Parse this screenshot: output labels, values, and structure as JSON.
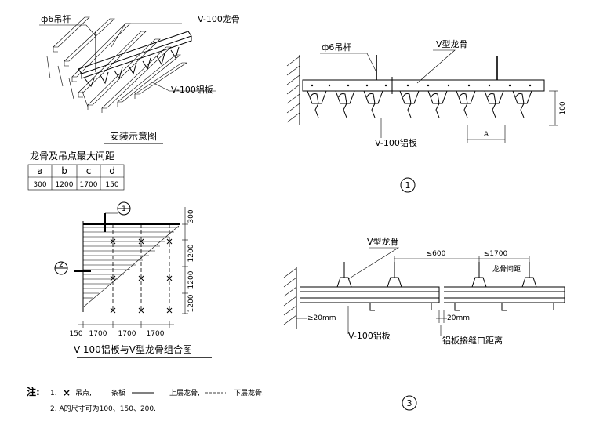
{
  "iso": {
    "rod_label": "ф6吊杆",
    "keel_label": "V-100龙骨",
    "plate_label": "V-100铝板",
    "caption": "安装示意图"
  },
  "spacing_table": {
    "title": "龙骨及吊点最大间距",
    "headers": [
      "a",
      "b",
      "c",
      "d"
    ],
    "values": [
      "300",
      "1200",
      "1700",
      "150"
    ]
  },
  "plan": {
    "circle1": "1",
    "circle2": "2",
    "right_dims": [
      "300",
      "1200",
      "1200",
      "1200"
    ],
    "bottom_dims": [
      "150",
      "1700",
      "1700",
      "1700"
    ],
    "caption": "V-100铝板与V型龙骨组合图"
  },
  "section1": {
    "rod_label": "ф6吊杆",
    "keel_label": "V型龙骨",
    "plate_label": "V-100铝板",
    "dim_a": "A",
    "dim_height": "100",
    "number": "1"
  },
  "section3": {
    "keel_label": "V型龙骨",
    "dim_600": "≤600",
    "dim_1700": "≤1700",
    "keel_spacing": "龙骨间距",
    "dim_20_left": "≥20mm",
    "dim_20_right": "20mm",
    "plate_label": "V-100铝板",
    "joint_label": "铝板接缝口距离",
    "number": "3"
  },
  "notes": {
    "prefix": "注:",
    "line1_num": "1.",
    "line1_mark": "×",
    "line1_a": "吊点,",
    "line1_b": "条板",
    "line1_c": "上层龙骨,",
    "line1_d": "下层龙骨.",
    "line2": "2.   A的尺寸可为100、150、200."
  }
}
